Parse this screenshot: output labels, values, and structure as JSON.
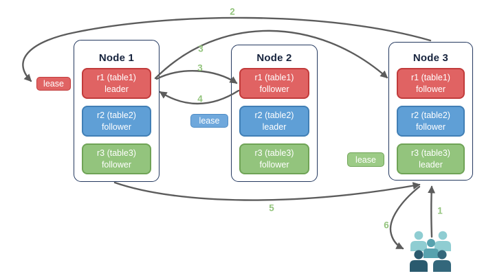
{
  "nodes": [
    {
      "title": "Node 1",
      "replicas": [
        {
          "name": "r1 (table1)",
          "role": "leader",
          "color": "red"
        },
        {
          "name": "r2 (table2)",
          "role": "follower",
          "color": "blue"
        },
        {
          "name": "r3 (table3)",
          "role": "follower",
          "color": "green"
        }
      ]
    },
    {
      "title": "Node 2",
      "replicas": [
        {
          "name": "r1 (table1)",
          "role": "follower",
          "color": "red"
        },
        {
          "name": "r2 (table2)",
          "role": "leader",
          "color": "blue"
        },
        {
          "name": "r3 (table3)",
          "role": "follower",
          "color": "green"
        }
      ]
    },
    {
      "title": "Node 3",
      "replicas": [
        {
          "name": "r1 (table1)",
          "role": "follower",
          "color": "red"
        },
        {
          "name": "r2 (table2)",
          "role": "follower",
          "color": "blue"
        },
        {
          "name": "r3 (table3)",
          "role": "leader",
          "color": "green"
        }
      ]
    }
  ],
  "leases": [
    {
      "label": "lease",
      "color": "red"
    },
    {
      "label": "lease",
      "color": "blue"
    },
    {
      "label": "lease",
      "color": "green"
    }
  ],
  "steps": {
    "s1": "1",
    "s2": "2",
    "s3a": "3",
    "s3b": "3",
    "s4": "4",
    "s5": "5",
    "s6": "6"
  },
  "icons": {
    "users": "users-group-icon"
  },
  "colors": {
    "replica_red": "#e06363",
    "replica_blue": "#5f9fd6",
    "replica_green": "#93c47d",
    "node_border": "#22375e",
    "arrow": "#5c5c5c",
    "step_label": "#93c47d",
    "users_light": "#8fcdd2",
    "users_mid": "#57a2ae",
    "users_dark": "#2a5a6e"
  }
}
